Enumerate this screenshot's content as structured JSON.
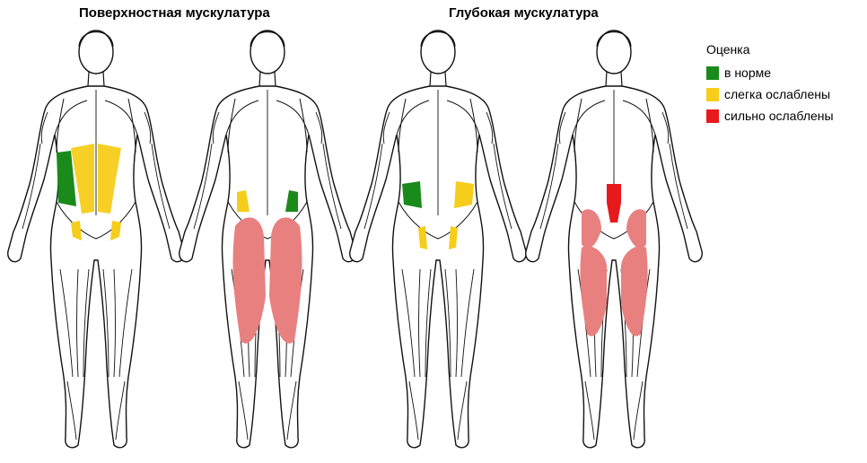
{
  "titles": {
    "superficial": "Поверхностная мускулатура",
    "deep": "Глубокая мускулатура"
  },
  "legend": {
    "title": "Оценка",
    "items": [
      {
        "label": "в норме",
        "color": "#1a8a1a"
      },
      {
        "label": "слегка ослаблены",
        "color": "#f6cd1a"
      },
      {
        "label": "сильно ослаблены",
        "color": "#e8191c"
      }
    ]
  },
  "colors": {
    "normal": "#1a8a1a",
    "slightly_weak": "#f6cd1a",
    "strongly_weak": "#e8191c",
    "strongly_weak_faded": "#e88080",
    "outline": "#111111"
  }
}
